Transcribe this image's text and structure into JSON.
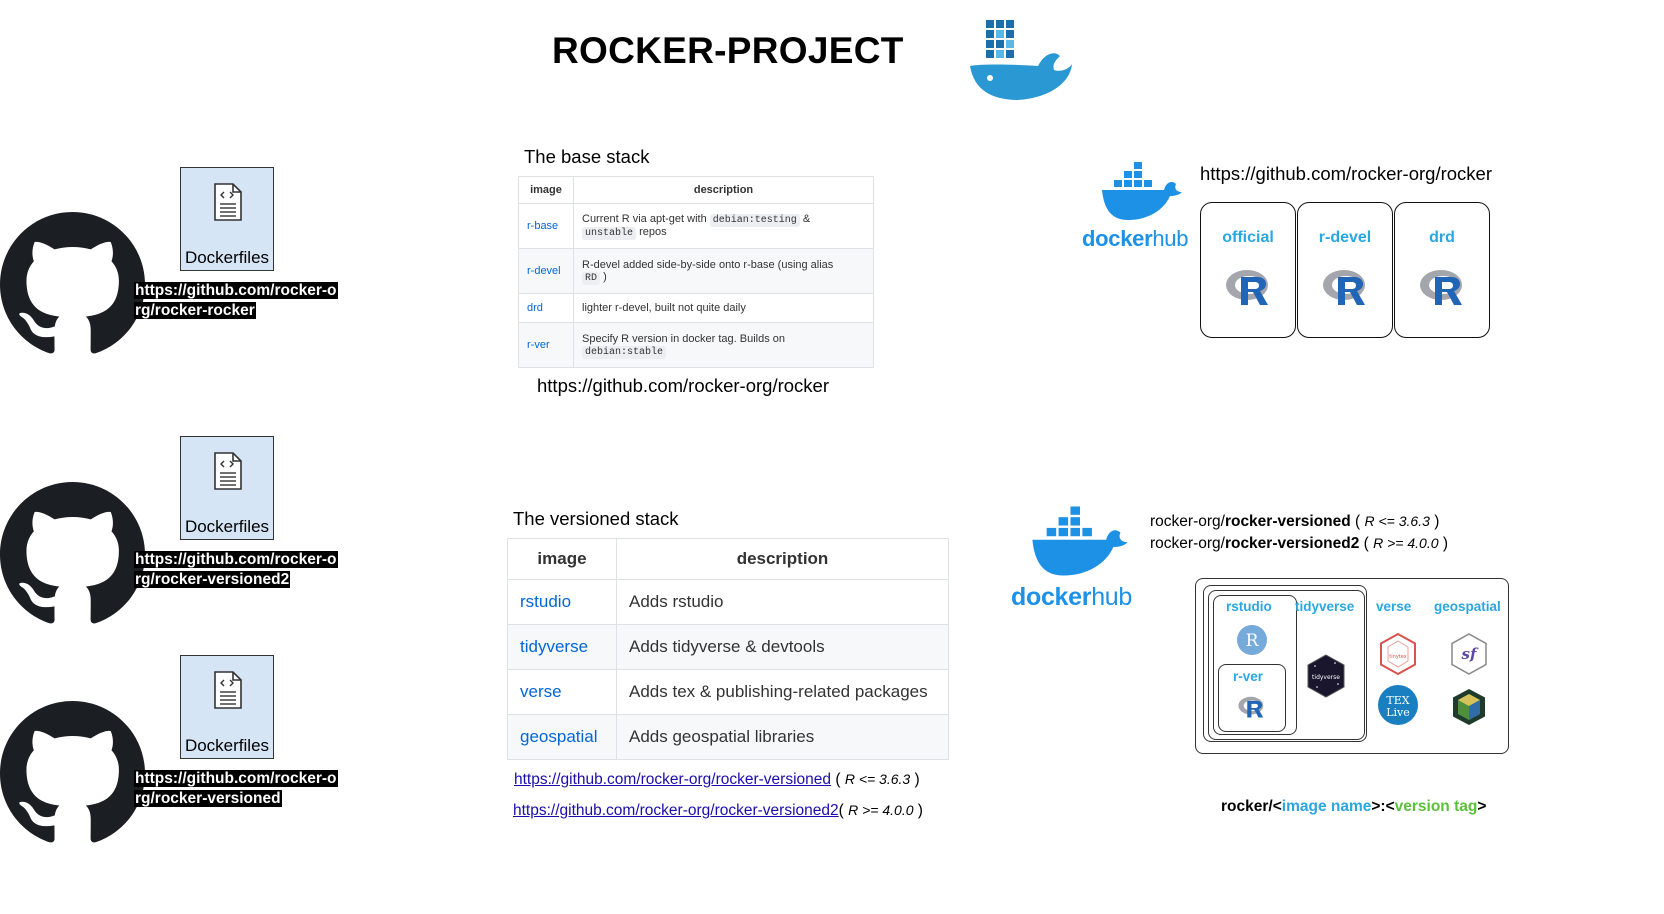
{
  "title": "ROCKER-PROJECT",
  "github_blocks": [
    {
      "file_label": "Dockerfiles",
      "url_line1": "https://github.com/rocker-o",
      "url_line2": "rg/rocker-rocker"
    },
    {
      "file_label": "Dockerfiles",
      "url_line1": "https://github.com/rocker-o",
      "url_line2": "rg/rocker-versioned2"
    },
    {
      "file_label": "Dockerfiles",
      "url_line1": "https://github.com/rocker-o",
      "url_line2": "rg/rocker-versioned"
    }
  ],
  "base_stack": {
    "title": "The base stack",
    "headers": [
      "image",
      "description"
    ],
    "rows": [
      {
        "image": "r-base",
        "desc_a": "Current R via apt-get with",
        "code1": "debian:testing",
        "desc_b": "&",
        "code2": "unstable",
        "desc_c": "repos"
      },
      {
        "image": "r-devel",
        "desc_a": "R-devel added side-by-side onto r-base (using alias",
        "code1": "RD",
        "desc_b": ")"
      },
      {
        "image": "drd",
        "desc_a": "lighter r-devel, built not quite daily"
      },
      {
        "image": "r-ver",
        "desc_a": "Specify R version in docker tag. Builds on",
        "code1": "debian:stable"
      }
    ],
    "url": "https://github.com/rocker-org/rocker"
  },
  "versioned_stack": {
    "title": "The versioned stack",
    "headers": [
      "image",
      "description"
    ],
    "rows": [
      {
        "image": "rstudio",
        "description": "Adds rstudio"
      },
      {
        "image": "tidyverse",
        "description": "Adds tidyverse & devtools"
      },
      {
        "image": "verse",
        "description": "Adds tex & publishing-related packages"
      },
      {
        "image": "geospatial",
        "description": "Adds geospatial libraries"
      }
    ],
    "links": [
      {
        "url": "https://github.com/rocker-org/rocker-versioned",
        "open": " ( ",
        "rv": "R <= 3.6.3",
        "close": " )"
      },
      {
        "url": "https://github.com/rocker-org/rocker-versioned2",
        "open": "( ",
        "rv": "R >= 4.0.0",
        "close": " )"
      }
    ]
  },
  "dockerhub_top": {
    "brand_a": "docker",
    "brand_b": "hub",
    "url": "https://github.com/rocker-org/rocker",
    "cards": [
      "official",
      "r-devel",
      "drd"
    ]
  },
  "dockerhub_bottom": {
    "brand_a": "docker",
    "brand_b": "hub",
    "repos": [
      {
        "org": "rocker-org/",
        "name": "rocker-versioned",
        "open": " ( ",
        "rv": "R <= 3.6.3",
        "close": " )"
      },
      {
        "org": "rocker-org/",
        "name": "rocker-versioned2",
        "open": " ( ",
        "rv": "R >= 4.0.0",
        "close": " )"
      }
    ],
    "nest_labels": {
      "rstudio": "rstudio",
      "rver": "r-ver",
      "tidyverse": "tidyverse",
      "verse": "verse",
      "geospatial": "geospatial"
    },
    "hex_labels": {
      "tidyverse": "tidyverse",
      "tinytex": "tinytex",
      "texlive_a": "TEX",
      "texlive_b": "Live",
      "sf": "sf"
    },
    "tag_format": {
      "prefix": "rocker/<",
      "image_name": "image name",
      "middle": ">:<",
      "version_tag": "version tag",
      "suffix": ">"
    }
  },
  "colors": {
    "accent_blue": "#2aa7e0",
    "link_blue": "#0366d6",
    "docker_blue": "#1d91e6",
    "tag_green": "#5cc13a",
    "file_box": "#d5e5f5"
  }
}
